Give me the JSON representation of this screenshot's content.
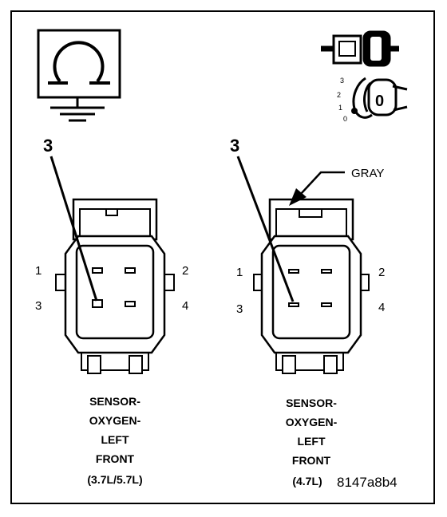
{
  "symbols": {
    "ground_symbol_glyph": "Ω",
    "lock_scale": [
      "3",
      "2",
      "1",
      "0"
    ],
    "lock_key_letter": "0"
  },
  "left_connector": {
    "callout": "3",
    "pins": {
      "p1": "1",
      "p2": "2",
      "p3": "3",
      "p4": "4"
    },
    "caption": [
      "SENSOR-",
      "OXYGEN-",
      "LEFT",
      "FRONT",
      "(3.7L/5.7L)"
    ]
  },
  "right_connector": {
    "callout": "3",
    "color_label": "GRAY",
    "pins": {
      "p1": "1",
      "p2": "2",
      "p3": "3",
      "p4": "4"
    },
    "caption": [
      "SENSOR-",
      "OXYGEN-",
      "LEFT",
      "FRONT",
      "(4.7L)"
    ]
  },
  "figure_code": "8147a8b4"
}
